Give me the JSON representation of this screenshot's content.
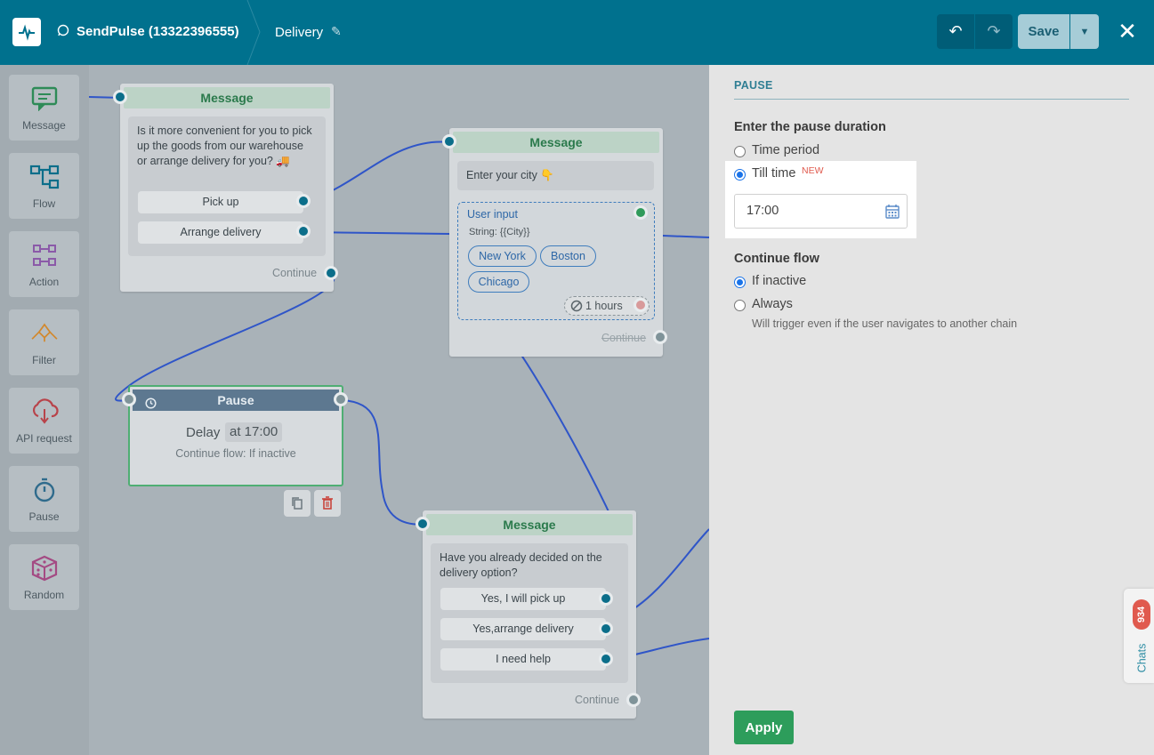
{
  "header": {
    "bot_name": "SendPulse (13322396555)",
    "flow_name": "Delivery",
    "save_label": "Save",
    "close_symbol": "✕",
    "undo_symbol": "↶",
    "redo_symbol": "↷",
    "dropdown_symbol": "▼",
    "pencil_symbol": "✎",
    "channel_icon": "whatsapp-icon"
  },
  "toolbar": {
    "items": [
      {
        "label": "Message",
        "icon": "message-icon",
        "color": "#2e8b57"
      },
      {
        "label": "Flow",
        "icon": "flow-icon",
        "color": "#0b6e8a"
      },
      {
        "label": "Action",
        "icon": "action-icon",
        "color": "#8b5aa8"
      },
      {
        "label": "Filter",
        "icon": "filter-icon",
        "color": "#d2882c"
      },
      {
        "label": "API request",
        "icon": "api-request-icon",
        "color": "#b8434a"
      },
      {
        "label": "Pause",
        "icon": "pause-icon",
        "color": "#2f6b8c"
      },
      {
        "label": "Random",
        "icon": "random-icon",
        "color": "#a44a83"
      }
    ]
  },
  "canvas": {
    "node1": {
      "title": "Message",
      "text": "Is it more convenient for you to pick up the goods from our warehouse or arrange delivery for you? 🚚",
      "buttons": [
        "Pick up",
        "Arrange delivery"
      ],
      "continue": "Continue"
    },
    "node2": {
      "title": "Message",
      "text": "Enter your city 👇",
      "user_input_label": "User input",
      "user_input_type": "String: {{City}}",
      "chips": [
        "New York",
        "Boston",
        "Chicago"
      ],
      "timeout": "1 hours",
      "continue": "Continue"
    },
    "pause_node": {
      "title": "Pause",
      "delay_label": "Delay",
      "delay_value": "at 17:00",
      "continue_flow": "Continue flow: If inactive"
    },
    "node3": {
      "title": "Message",
      "text": "Have you already decided on the delivery option?",
      "buttons": [
        "Yes, I will pick up",
        "Yes,arrange delivery",
        "I need help"
      ],
      "continue": "Continue"
    }
  },
  "panel": {
    "title": "PAUSE",
    "duration_heading": "Enter the pause duration",
    "option_time_period": "Time period",
    "option_till_time": "Till time",
    "new_badge": "NEW",
    "time_value": "17:00",
    "continue_heading": "Continue flow",
    "option_if_inactive": "If inactive",
    "option_always": "Always",
    "always_hint": "Will trigger even if the user navigates to another chain",
    "apply_label": "Apply"
  },
  "chats": {
    "count": "934",
    "label": "Chats"
  },
  "colors": {
    "header_bg": "#00718e",
    "accent_green": "#2d9d5b",
    "link_blue": "#1a73e8",
    "badge_red": "#e05a4e"
  }
}
